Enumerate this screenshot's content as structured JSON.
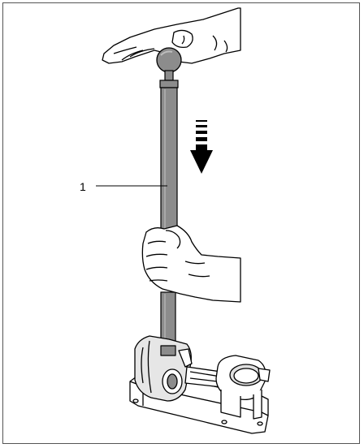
{
  "figure": {
    "callouts": [
      {
        "label": "1",
        "target": "tool-rod"
      }
    ],
    "arrow": {
      "direction": "down"
    },
    "colors": {
      "line": "#000000",
      "rod": "#8c8c8c",
      "rod_dark": "#5f5f5f",
      "skin": "#ffffff",
      "frame": "#555555"
    }
  }
}
